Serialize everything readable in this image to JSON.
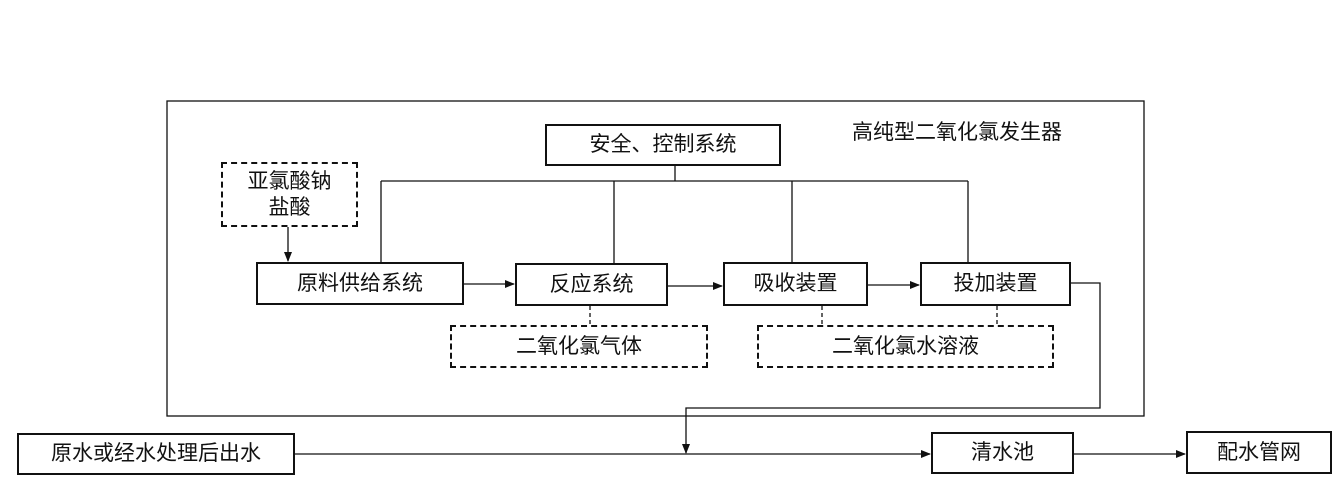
{
  "generator": {
    "title": "高纯型二氧化氯发生器"
  },
  "nodes": {
    "safety_control": "安全、控制系统",
    "raw_materials_line1": "亚氯酸钠",
    "raw_materials_line2": "盐酸",
    "feed_system": "原料供给系统",
    "reaction_system": "反应系统",
    "absorption_unit": "吸收装置",
    "dosing_unit": "投加装置",
    "chlorine_dioxide_gas": "二氧化氯气体",
    "chlorine_dioxide_solution": "二氧化氯水溶液",
    "raw_water": "原水或经水处理后出水",
    "clear_water_tank": "清水池",
    "distribution_network": "配水管网"
  },
  "colors": {
    "line": "#111111",
    "background": "#ffffff"
  }
}
